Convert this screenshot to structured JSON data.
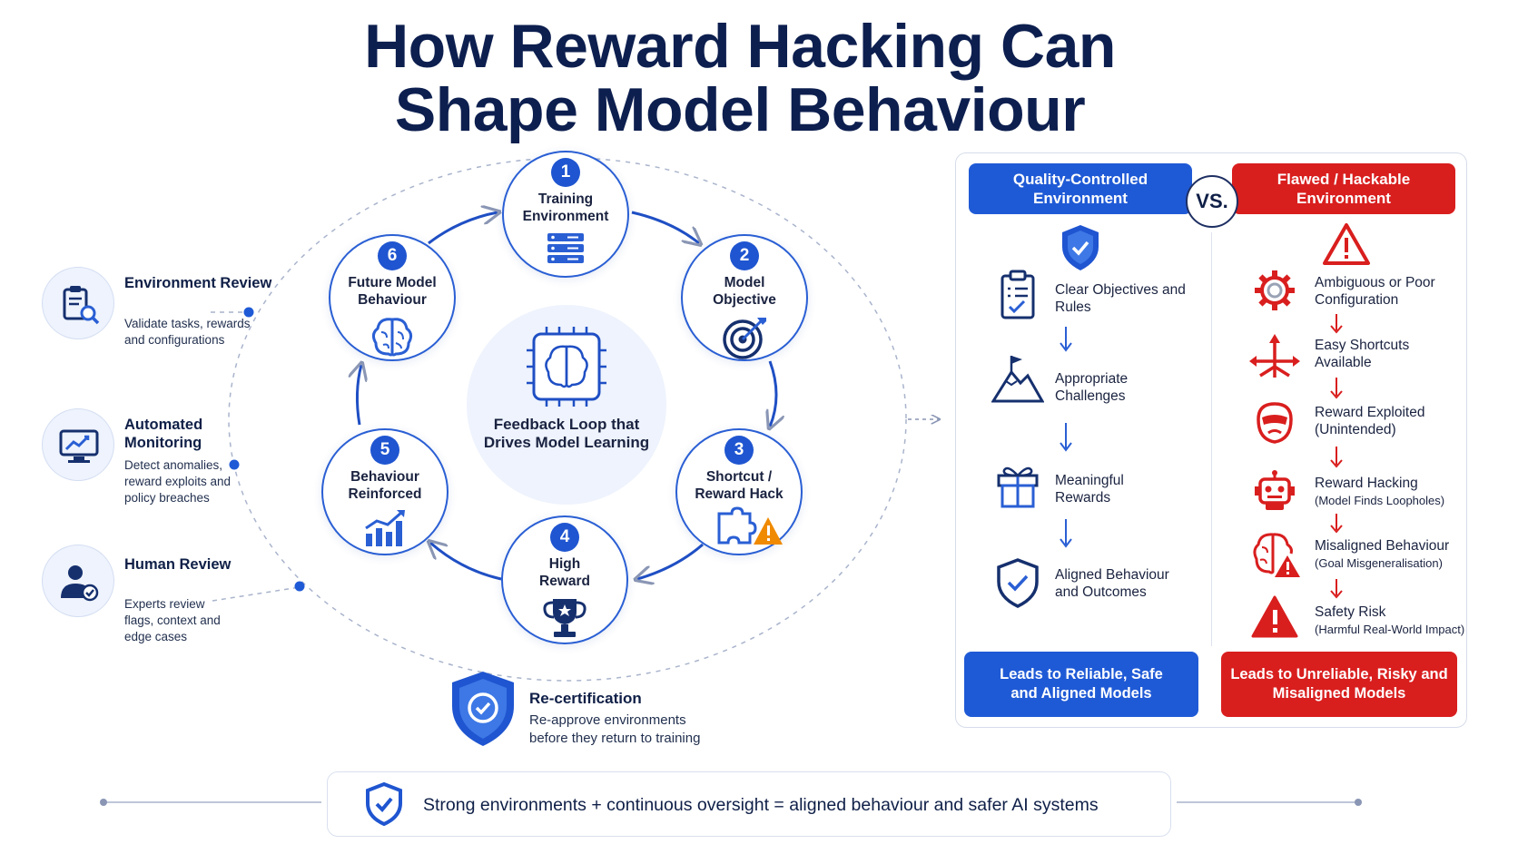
{
  "title": {
    "line1": "How Reward Hacking Can",
    "line2": "Shape Model Behaviour"
  },
  "oversight": [
    {
      "title": "Environment Review",
      "desc": "Validate tasks, rewards and configurations",
      "icon": "clipboard-search-icon"
    },
    {
      "title": "Automated Monitoring",
      "desc": "Detect anomalies, reward exploits and policy breaches",
      "icon": "monitor-chart-icon"
    },
    {
      "title": "Human Review",
      "desc": "Experts review flags, context and edge cases",
      "icon": "person-check-icon"
    }
  ],
  "cycle": {
    "center": "Feedback Loop that Drives Model Learning",
    "nodes": [
      {
        "num": "1",
        "label": "Training Environment",
        "icon": "server-stack-icon"
      },
      {
        "num": "2",
        "label": "Model Objective",
        "icon": "target-icon"
      },
      {
        "num": "3",
        "label": "Shortcut / Reward Hack",
        "icon": "puzzle-warning-icon"
      },
      {
        "num": "4",
        "label": "High Reward",
        "icon": "trophy-icon"
      },
      {
        "num": "5",
        "label": "Behaviour Reinforced",
        "icon": "bar-chart-icon"
      },
      {
        "num": "6",
        "label": "Future Model Behaviour",
        "icon": "brain-icon"
      }
    ]
  },
  "recertification": {
    "title": "Re-certification",
    "desc_line1": "Re-approve environments",
    "desc_line2": "before they return to training"
  },
  "comparison": {
    "good_header": "Quality-Controlled Environment",
    "bad_header": "Flawed / Hackable Environment",
    "vs": "VS.",
    "good_items": [
      {
        "text": "Clear Objectives and Rules",
        "icon": "clipboard-check-icon"
      },
      {
        "text": "Appropriate Challenges",
        "icon": "mountain-flag-icon"
      },
      {
        "text": "Meaningful Rewards",
        "icon": "gift-icon"
      },
      {
        "text": "Aligned Behaviour and Outcomes",
        "icon": "shield-check-icon"
      }
    ],
    "bad_items": [
      {
        "text": "Ambiguous or Poor Configuration",
        "sub": "",
        "icon": "gear-icon"
      },
      {
        "text": "Easy Shortcuts Available",
        "sub": "",
        "icon": "arrows-split-icon"
      },
      {
        "text": "Reward Exploited",
        "sub": "(Unintended)",
        "icon": "mask-icon"
      },
      {
        "text": "Reward Hacking",
        "sub": "(Model Finds Loopholes)",
        "icon": "robot-icon"
      },
      {
        "text": "Misaligned Behaviour",
        "sub": "(Goal Misgeneralisation)",
        "icon": "brain-warning-icon"
      },
      {
        "text": "Safety Risk",
        "sub": "(Harmful Real-World Impact)",
        "icon": "warning-icon"
      }
    ],
    "good_footer": "Leads to Reliable, Safe and Aligned Models",
    "bad_footer": "Leads to Unreliable, Risky and Misaligned Models"
  },
  "banner": "Strong environments + continuous oversight = aligned behaviour and safer AI systems",
  "colors": {
    "blue": "#1f5ad6",
    "navy": "#0d1f4f",
    "red": "#d91e1e",
    "orange": "#f08a00",
    "light": "#eef3fd"
  }
}
